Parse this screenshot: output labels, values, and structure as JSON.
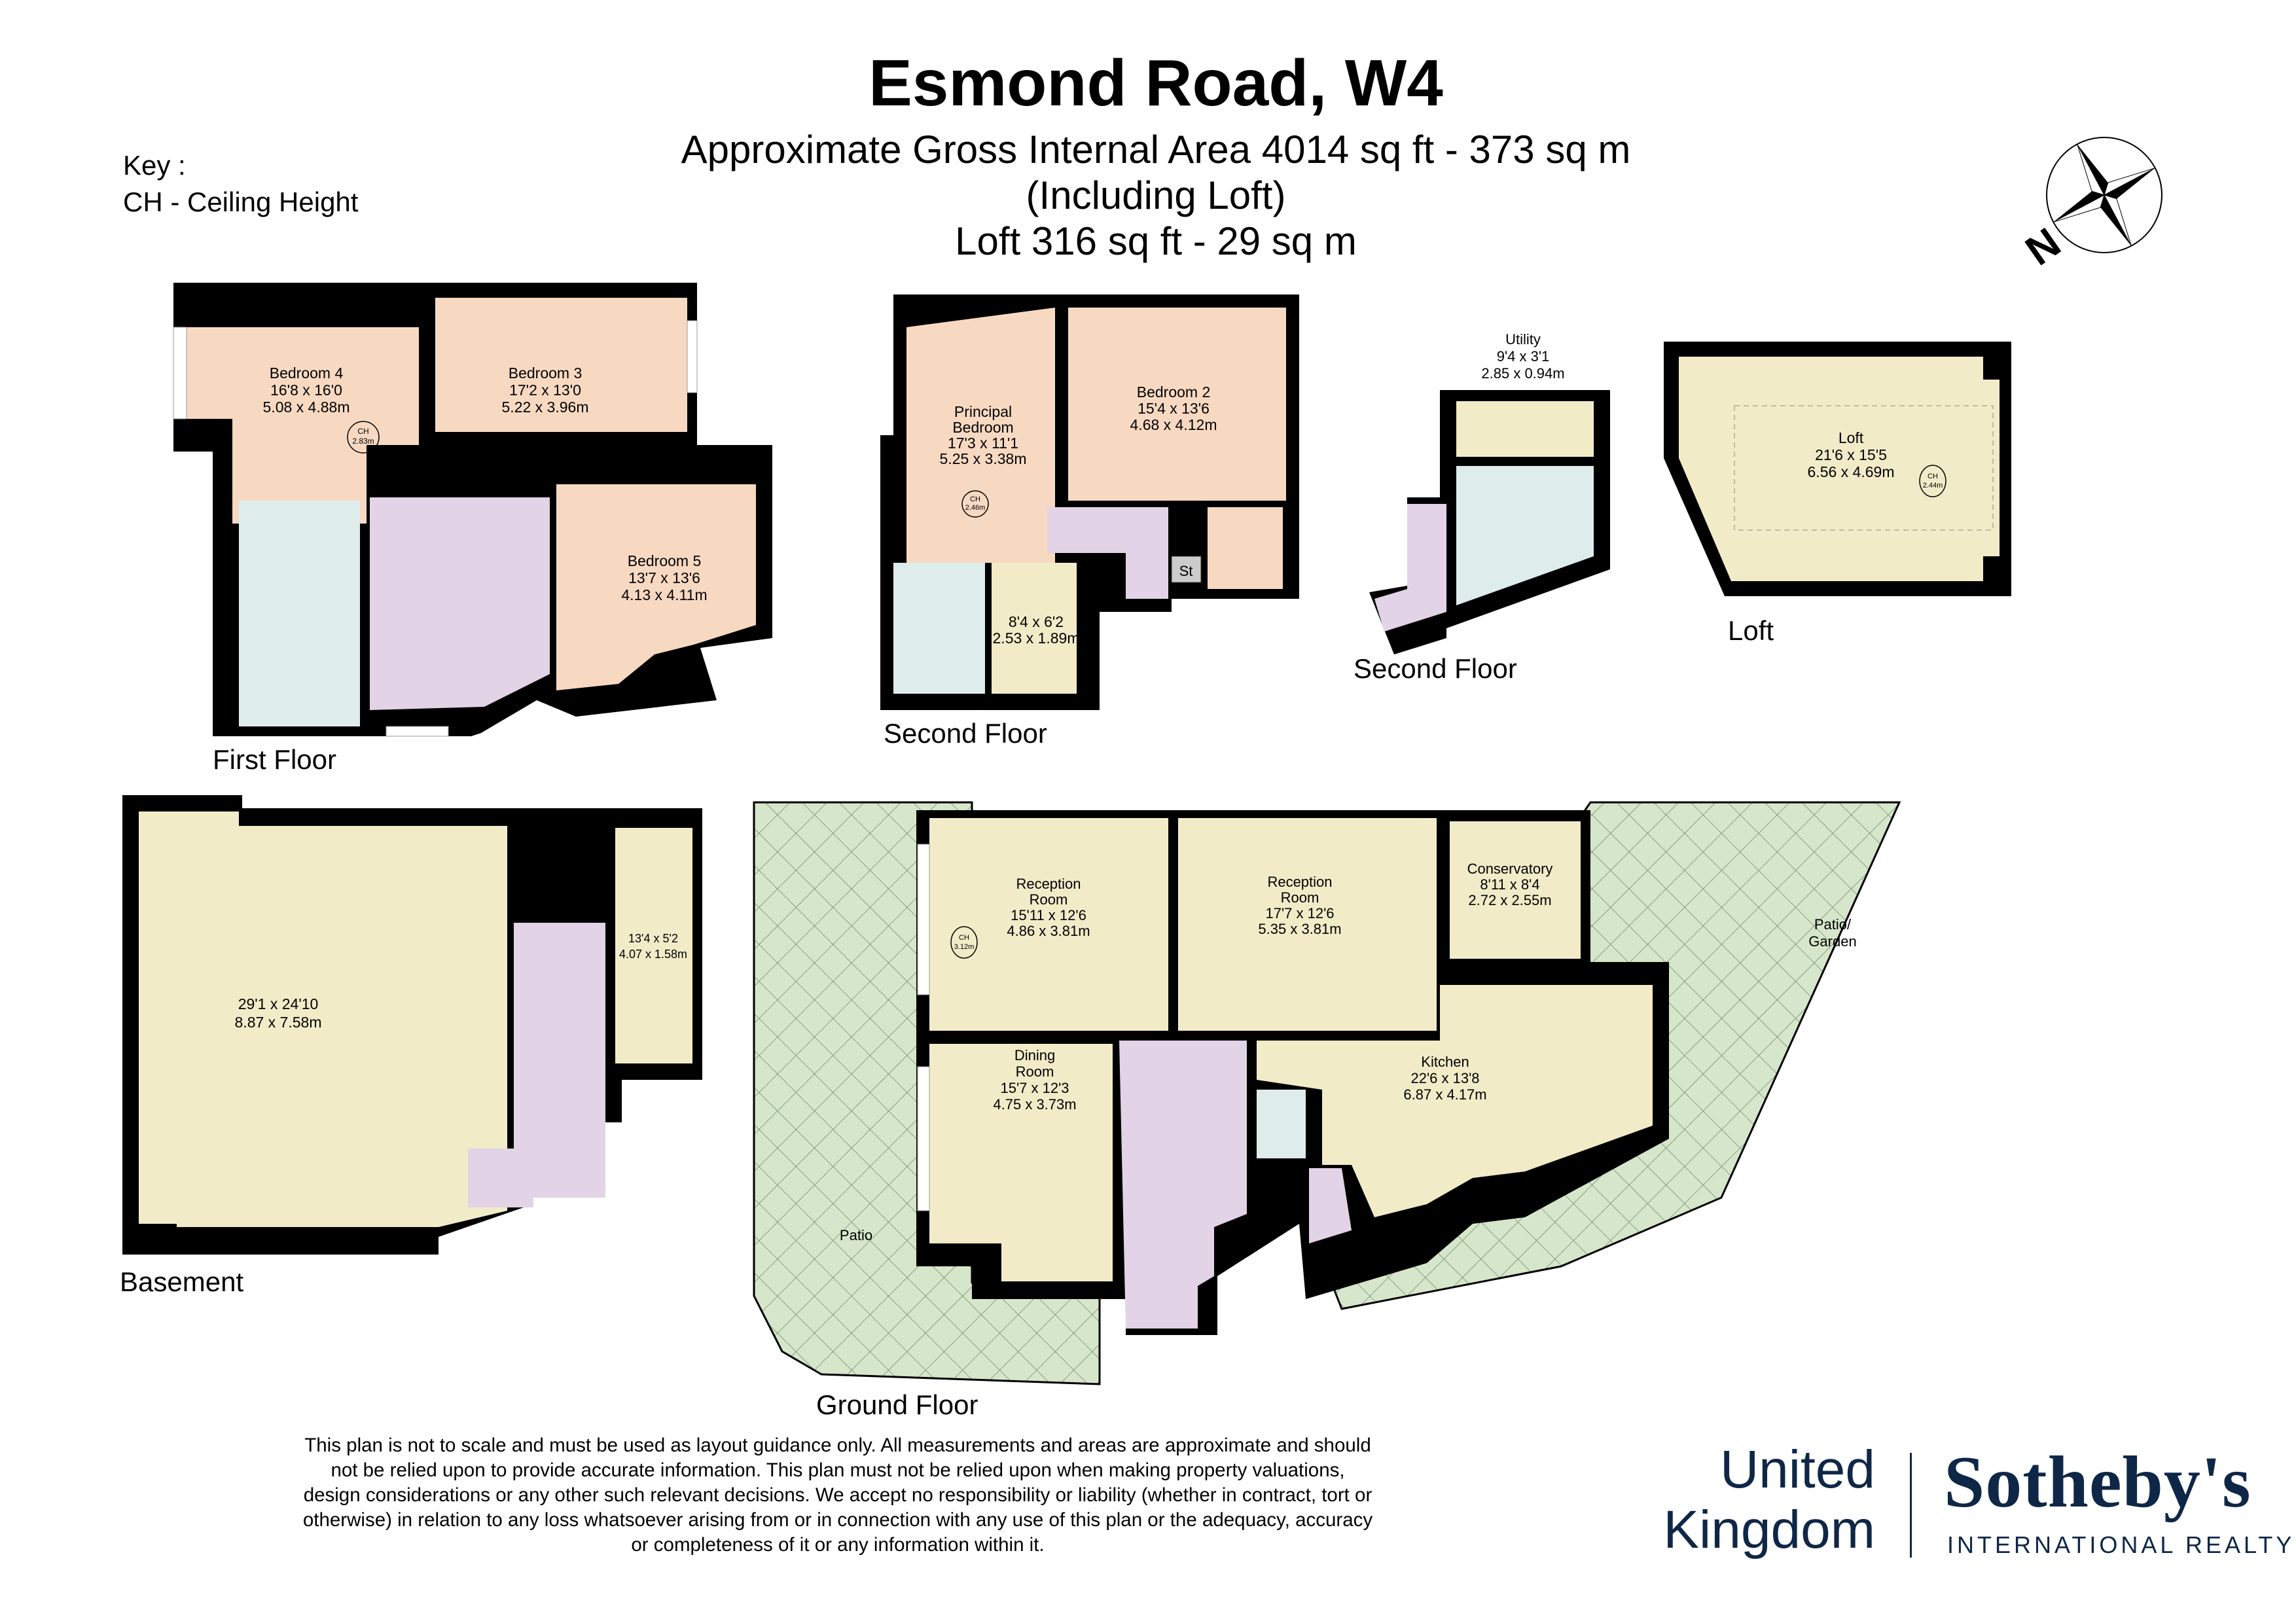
{
  "header": {
    "title": "Esmond Road, W4",
    "area_line": "Approximate Gross Internal Area 4014 sq ft - 373 sq m",
    "including_line": "(Including Loft)",
    "loft_line": "Loft 316 sq ft - 29 sq m"
  },
  "key": {
    "title": "Key :",
    "entries": [
      "CH - Ceiling Height"
    ]
  },
  "compass": {
    "label": "N"
  },
  "floors": {
    "first_floor": {
      "label": "First Floor",
      "rooms": [
        {
          "name": "Bedroom 4",
          "imperial": "16'8 x 16'0",
          "metric": "5.08 x 4.88m",
          "ceiling_height": "2.83m"
        },
        {
          "name": "Bedroom 3",
          "imperial": "17'2 x 13'0",
          "metric": "5.22 x 3.96m"
        },
        {
          "name": "Bedroom 5",
          "imperial": "13'7 x 13'6",
          "metric": "4.13 x 4.11m"
        }
      ]
    },
    "second_floor_main": {
      "label": "Second Floor",
      "rooms": [
        {
          "name_line1": "Principal",
          "name_line2": "Bedroom",
          "imperial": "17'3 x 11'1",
          "metric": "5.25 x 3.38m",
          "ceiling_height": "2.46m"
        },
        {
          "name": "Bedroom 2",
          "imperial": "15'4 x 13'6",
          "metric": "4.68 x 4.12m"
        },
        {
          "name": "",
          "imperial": "8'4 x 6'2",
          "metric": "2.53 x 1.89m"
        },
        {
          "name": "St"
        }
      ]
    },
    "second_floor_rear": {
      "label": "Second Floor",
      "rooms": [
        {
          "name": "Utility",
          "imperial": "9'4 x 3'1",
          "metric": "2.85 x 0.94m"
        }
      ]
    },
    "loft": {
      "label": "Loft",
      "rooms": [
        {
          "name": "Loft",
          "imperial": "21'6 x 15'5",
          "metric": "6.56 x 4.69m",
          "ceiling_height": "2.44m"
        }
      ]
    },
    "basement": {
      "label": "Basement",
      "rooms": [
        {
          "name": "",
          "imperial": "29'1 x 24'10",
          "metric": "8.87 x 7.58m"
        },
        {
          "name": "",
          "imperial": "13'4 x 5'2",
          "metric": "4.07 x 1.58m"
        }
      ]
    },
    "ground_floor": {
      "label": "Ground Floor",
      "rooms": [
        {
          "name_line1": "Reception",
          "name_line2": "Room",
          "imperial": "15'11 x 12'6",
          "metric": "4.86 x 3.81m",
          "ceiling_height": "3.12m"
        },
        {
          "name_line1": "Reception",
          "name_line2": "Room",
          "imperial": "17'7 x 12'6",
          "metric": "5.35 x 3.81m"
        },
        {
          "name": "Conservatory",
          "imperial": "8'11 x 8'4",
          "metric": "2.72 x 2.55m"
        },
        {
          "name_line1": "Dining",
          "name_line2": "Room",
          "imperial": "15'7 x 12'3",
          "metric": "4.75 x 3.73m"
        },
        {
          "name": "Kitchen",
          "imperial": "22'6 x 13'8",
          "metric": "6.87 x 4.17m"
        },
        {
          "name": "Patio"
        },
        {
          "name_line1": "Patio/",
          "name_line2": "Garden"
        }
      ]
    }
  },
  "ch_label": "CH",
  "colors": {
    "bedroom": "#f7d9c2",
    "reception": "#f2ebc8",
    "bathroom": "#dfecec",
    "circulation": "#e3d3e6",
    "garden": "#d6e6cb",
    "wall": "#000000",
    "brand": "#0f2747"
  },
  "disclaimer": [
    "This plan is not to scale and must be used as layout guidance only. All measurements and areas are approximate and should",
    "not be relied upon to provide accurate information. This plan must not be relied upon when making property valuations,",
    "design considerations or any other such relevant decisions. We accept no responsibility or liability (whether in contract, tort or",
    "otherwise) in relation to any loss whatsoever arising from or in connection with any use of this plan or the adequacy, accuracy",
    "or completeness of it or any information within it."
  ],
  "branding": {
    "region_line1": "United",
    "region_line2": "Kingdom",
    "brand": "Sotheby's",
    "tagline": "INTERNATIONAL REALTY"
  }
}
